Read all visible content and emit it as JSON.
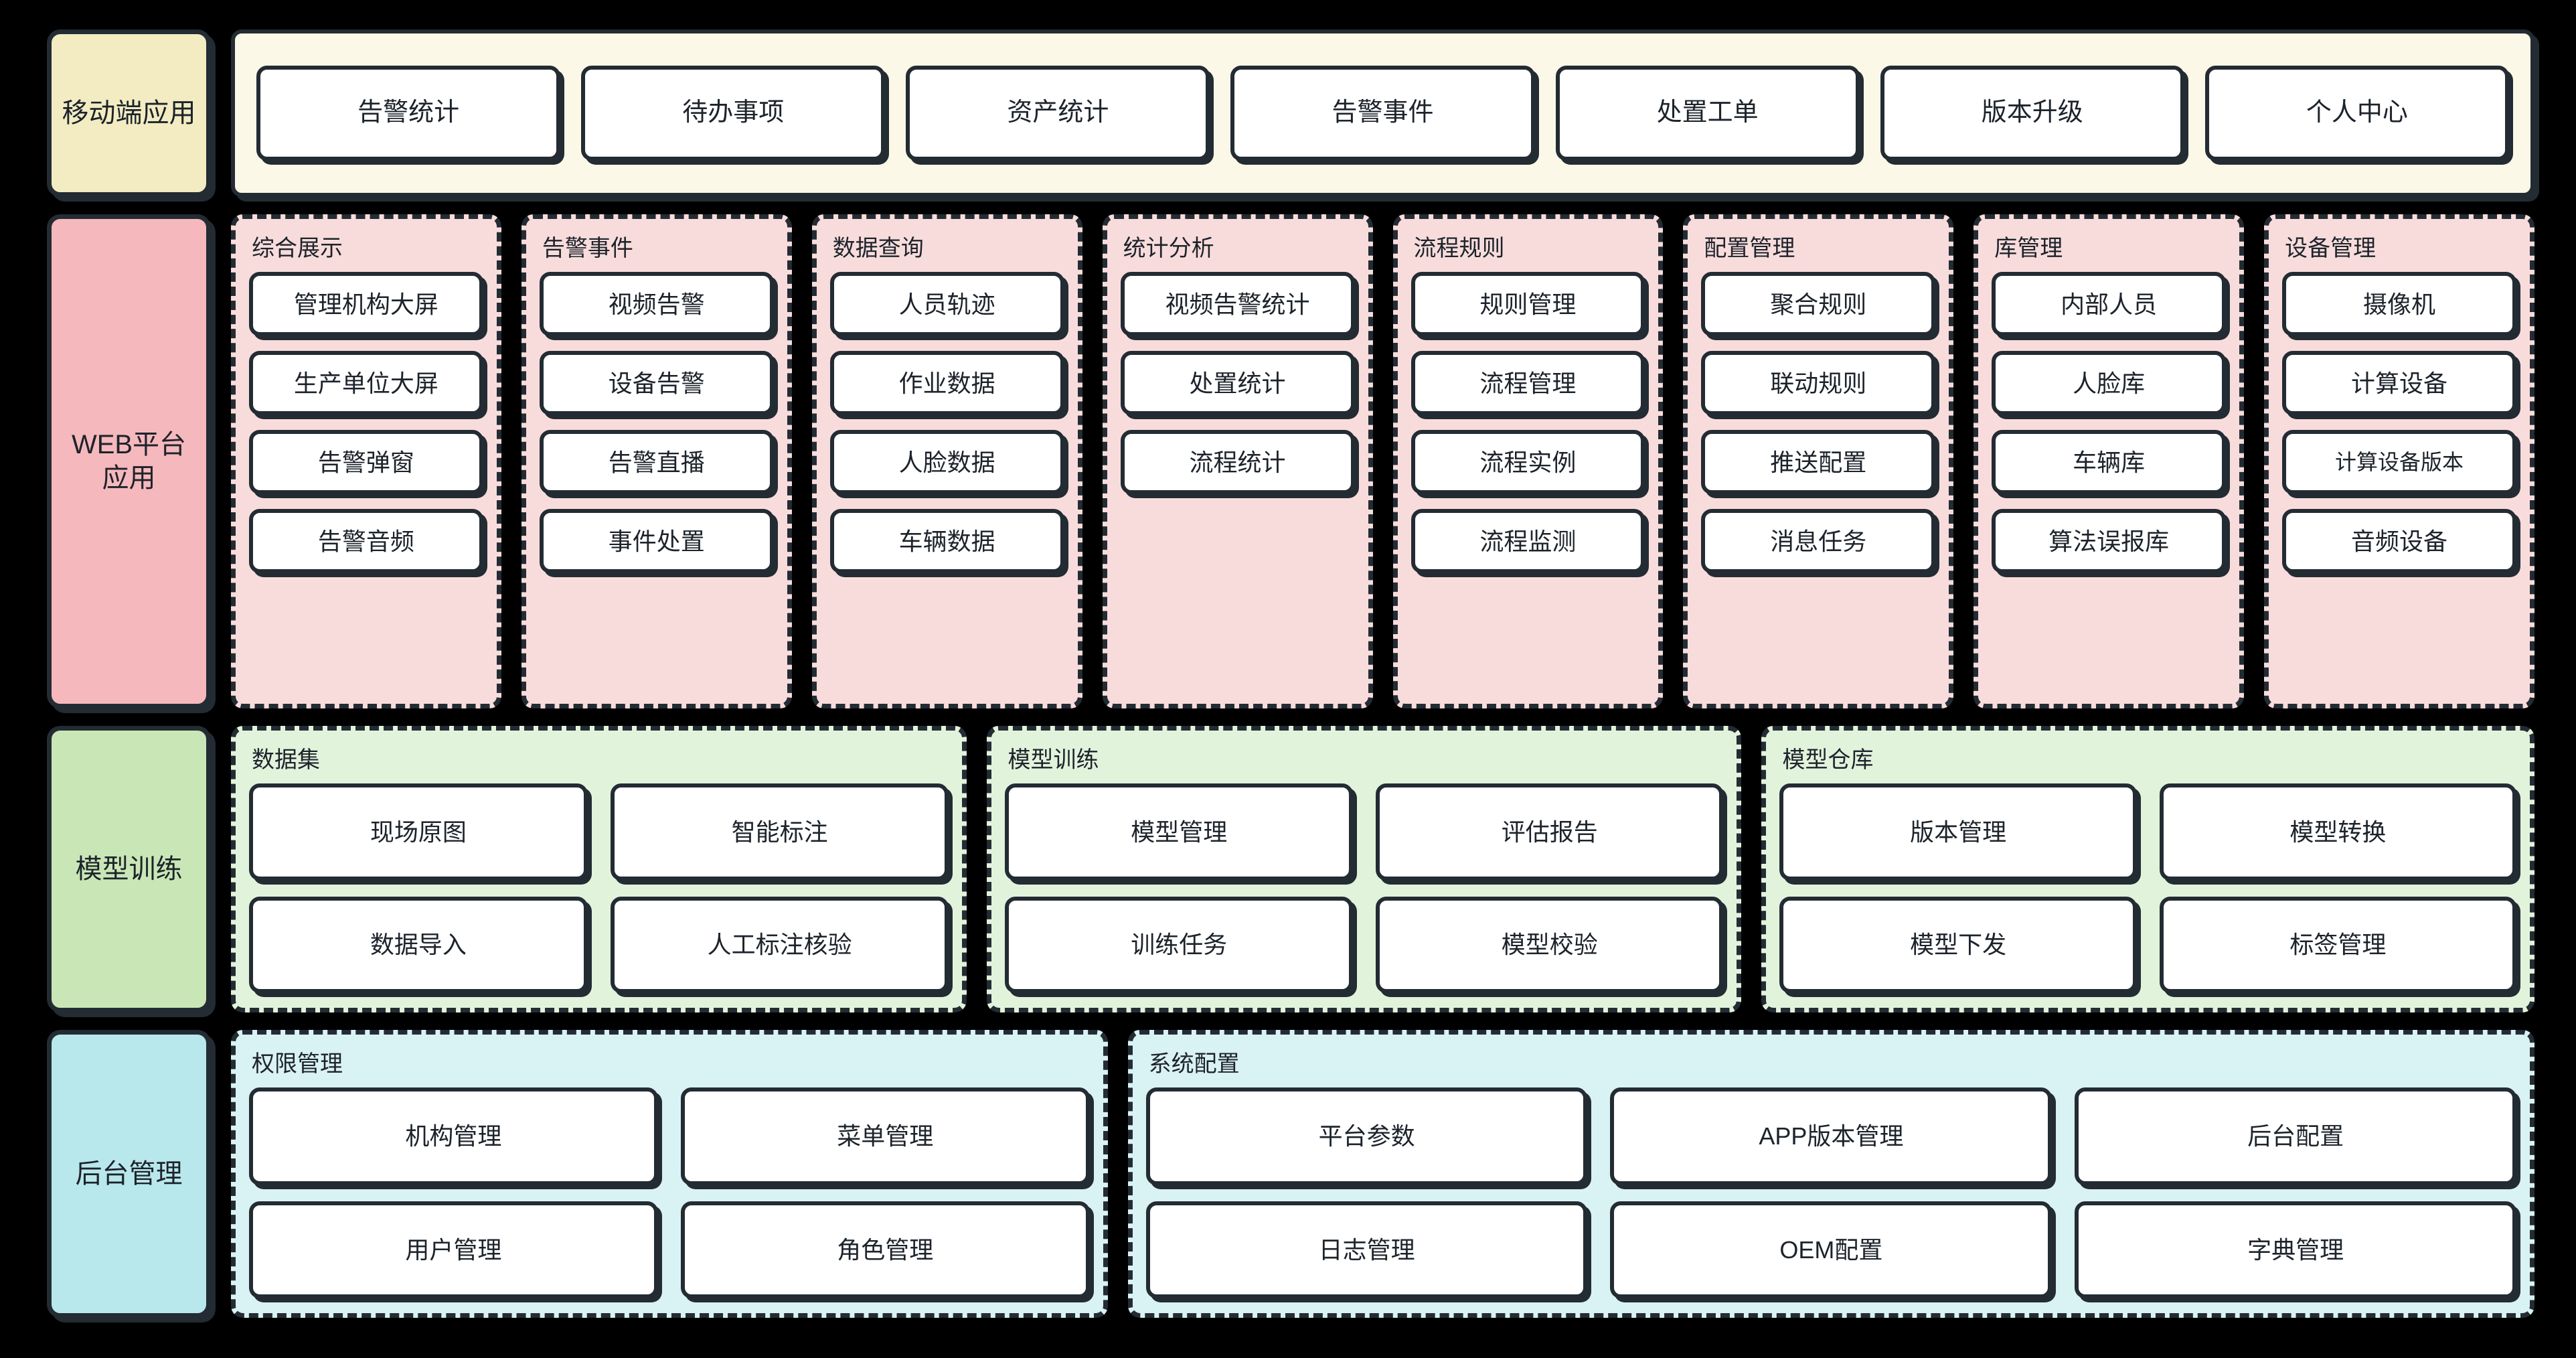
{
  "rows": [
    {
      "category": "移动端应用",
      "kind": "strip",
      "items": [
        "告警统计",
        "待办事项",
        "资产统计",
        "告警事件",
        "处置工单",
        "版本升级",
        "个人中心"
      ]
    },
    {
      "category": "WEB平台\n应用",
      "kind": "groups-pink",
      "groups": [
        {
          "title": "综合展示",
          "items": [
            "管理机构大屏",
            "生产单位大屏",
            "告警弹窗",
            "告警音频"
          ]
        },
        {
          "title": "告警事件",
          "items": [
            "视频告警",
            "设备告警",
            "告警直播",
            "事件处置"
          ]
        },
        {
          "title": "数据查询",
          "items": [
            "人员轨迹",
            "作业数据",
            "人脸数据",
            "车辆数据"
          ]
        },
        {
          "title": "统计分析",
          "items": [
            "视频告警统计",
            "处置统计",
            "流程统计"
          ]
        },
        {
          "title": "流程规则",
          "items": [
            "规则管理",
            "流程管理",
            "流程实例",
            "流程监测"
          ]
        },
        {
          "title": "配置管理",
          "items": [
            "聚合规则",
            "联动规则",
            "推送配置",
            "消息任务"
          ]
        },
        {
          "title": "库管理",
          "items": [
            "内部人员",
            "人脸库",
            "车辆库",
            "算法误报库"
          ]
        },
        {
          "title": "设备管理",
          "items": [
            "摄像机",
            "计算设备",
            "计算设备版本",
            "音频设备"
          ]
        }
      ]
    },
    {
      "category": "模型训练",
      "kind": "groups-green",
      "groups": [
        {
          "title": "数据集",
          "items": [
            "现场原图",
            "智能标注",
            "数据导入",
            "人工标注核验"
          ]
        },
        {
          "title": "模型训练",
          "items": [
            "模型管理",
            "评估报告",
            "训练任务",
            "模型校验"
          ]
        },
        {
          "title": "模型仓库",
          "items": [
            "版本管理",
            "模型转换",
            "模型下发",
            "标签管理"
          ]
        }
      ]
    },
    {
      "category": "后台管理",
      "kind": "groups-cyan",
      "groups": [
        {
          "title": "权限管理",
          "items": [
            "机构管理",
            "菜单管理",
            "用户管理",
            "角色管理"
          ]
        },
        {
          "title": "系统配置",
          "items": [
            "平台参数",
            "APP版本管理",
            "后台配置",
            "日志管理",
            "OEM配置",
            "字典管理"
          ]
        }
      ]
    }
  ],
  "colors": {
    "background": "#000000",
    "stroke": "#232b33",
    "mobile_label": "#f3ecc2",
    "mobile_strip": "#fcf8e8",
    "web_label": "#f5b8bc",
    "web_group": "#f8dcdc",
    "train_label": "#c9e7b6",
    "train_group": "#e2f3dc",
    "admin_label": "#b9e8ec",
    "admin_group": "#d9f2f3",
    "node_fill": "#ffffff"
  }
}
